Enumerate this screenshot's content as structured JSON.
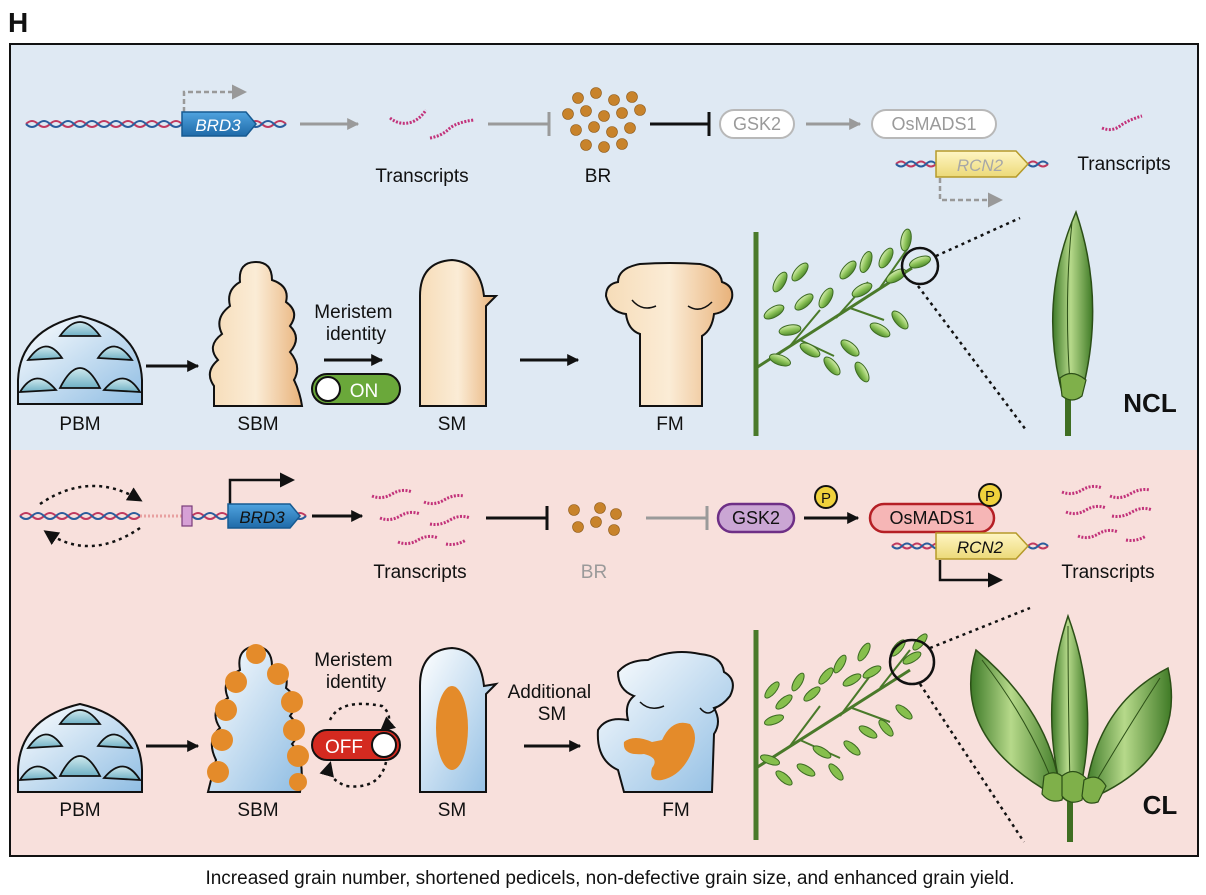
{
  "panel_label": "H",
  "caption": "Increased grain number, shortened pedicels, non-defective grain size, and enhanced grain yield.",
  "colors": {
    "ncl_bg": "#dfe9f3",
    "cl_bg": "#f8e0dc",
    "meristem_tan": "#efc896",
    "meristem_blue": "#a9c8e4",
    "orange_spot": "#e48b2a",
    "br_dot": "#c8832b",
    "transcript": "#c2327a",
    "gene_blue": "#2b7dc0",
    "gene_yellow": "#f7eca0",
    "switch_on": "#6aa83a",
    "switch_off": "#d42a20",
    "plant_green": "#4a7a2a"
  },
  "ncl": {
    "pathway": {
      "gene": "BRD3",
      "transcripts_label": "Transcripts",
      "br_label": "BR",
      "gsk2_label": "GSK2",
      "osmads1_label": "OsMADS1",
      "rcn2_label": "RCN2",
      "transcripts2_label": "Transcripts"
    },
    "development": {
      "pbm_label": "PBM",
      "sbm_label": "SBM",
      "meristem_identity_label": "Meristem identity",
      "switch_label": "ON",
      "sm_label": "SM",
      "fm_label": "FM"
    },
    "group_label": "NCL"
  },
  "cl": {
    "pathway": {
      "gene": "BRD3",
      "transcripts_label": "Transcripts",
      "br_label": "BR",
      "gsk2_label": "GSK2",
      "phospho_label": "P",
      "osmads1_label": "OsMADS1",
      "rcn2_label": "RCN2",
      "transcripts2_label": "Transcripts"
    },
    "development": {
      "pbm_label": "PBM",
      "sbm_label": "SBM",
      "meristem_identity_label": "Meristem identity",
      "switch_label": "OFF",
      "sm_label": "SM",
      "additional_sm_label": "Additional SM",
      "fm_label": "FM"
    },
    "group_label": "CL"
  }
}
